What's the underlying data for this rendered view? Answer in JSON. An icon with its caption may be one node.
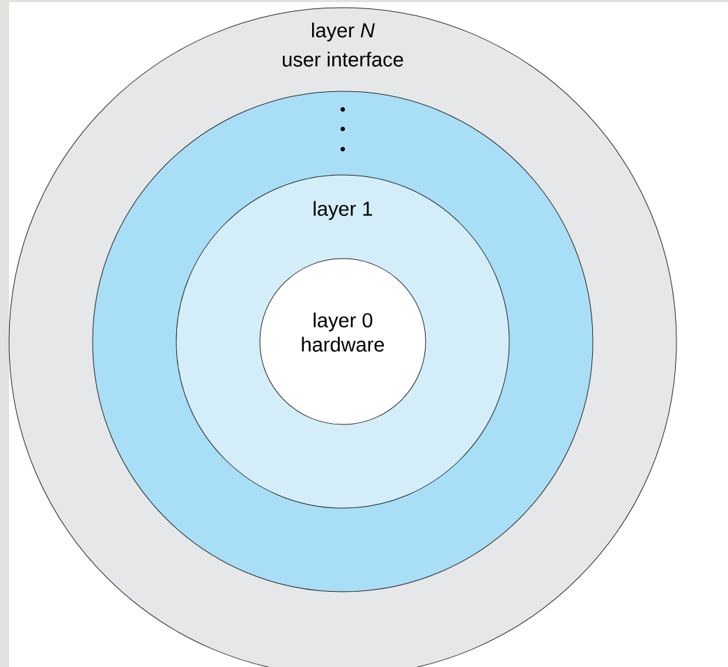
{
  "diagram": {
    "nodes": [
      {
        "text": [
          "layer *N*",
          "user interface"
        ]
      },
      {
        "text": [],
        "shape": "circle",
        "in": 0
      },
      {
        "text": [
          "layer 1"
        ],
        "in": 1
      },
      {
        "text": [
          "layer 0",
          "hardware"
        ],
        "in": 2
      }
    ]
  }
}
